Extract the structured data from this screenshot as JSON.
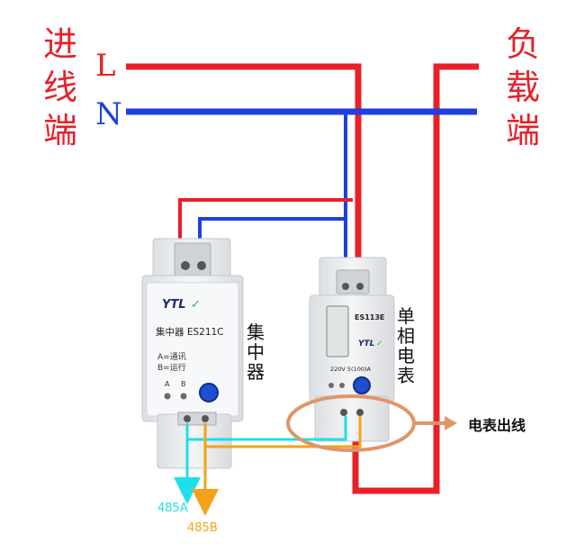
{
  "left_side": {
    "chars": [
      "进",
      "线",
      "端"
    ],
    "color": "#e8202a"
  },
  "right_side": {
    "chars": [
      "负",
      "载",
      "端"
    ],
    "color": "#e8202a"
  },
  "lines": {
    "L": {
      "label": "L",
      "color": "#e8202a"
    },
    "N": {
      "label": "N",
      "color": "#1f3fe0"
    }
  },
  "concentrator": {
    "brand": "YTL",
    "model": "集中器 ES211C",
    "legend_a": "A=通讯",
    "legend_b": "B=运行",
    "led_a": "A",
    "led_b": "B",
    "side_chars": [
      "集",
      "中",
      "器"
    ]
  },
  "meter": {
    "model": "ES113E",
    "brand": "YTL",
    "rating": "220V 5(100)A",
    "side_chars": [
      "单",
      "相",
      "电",
      "表"
    ]
  },
  "callout": {
    "label": "电表出线",
    "highlight_color": "#e0956a"
  },
  "bus": {
    "a_label": "485A",
    "a_color": "#1ee0e8",
    "b_label": "485B",
    "b_color": "#f5a21a"
  },
  "colors": {
    "live": "#e8202a",
    "neutral": "#1f3fe0",
    "device_body": "#eef0f2"
  }
}
